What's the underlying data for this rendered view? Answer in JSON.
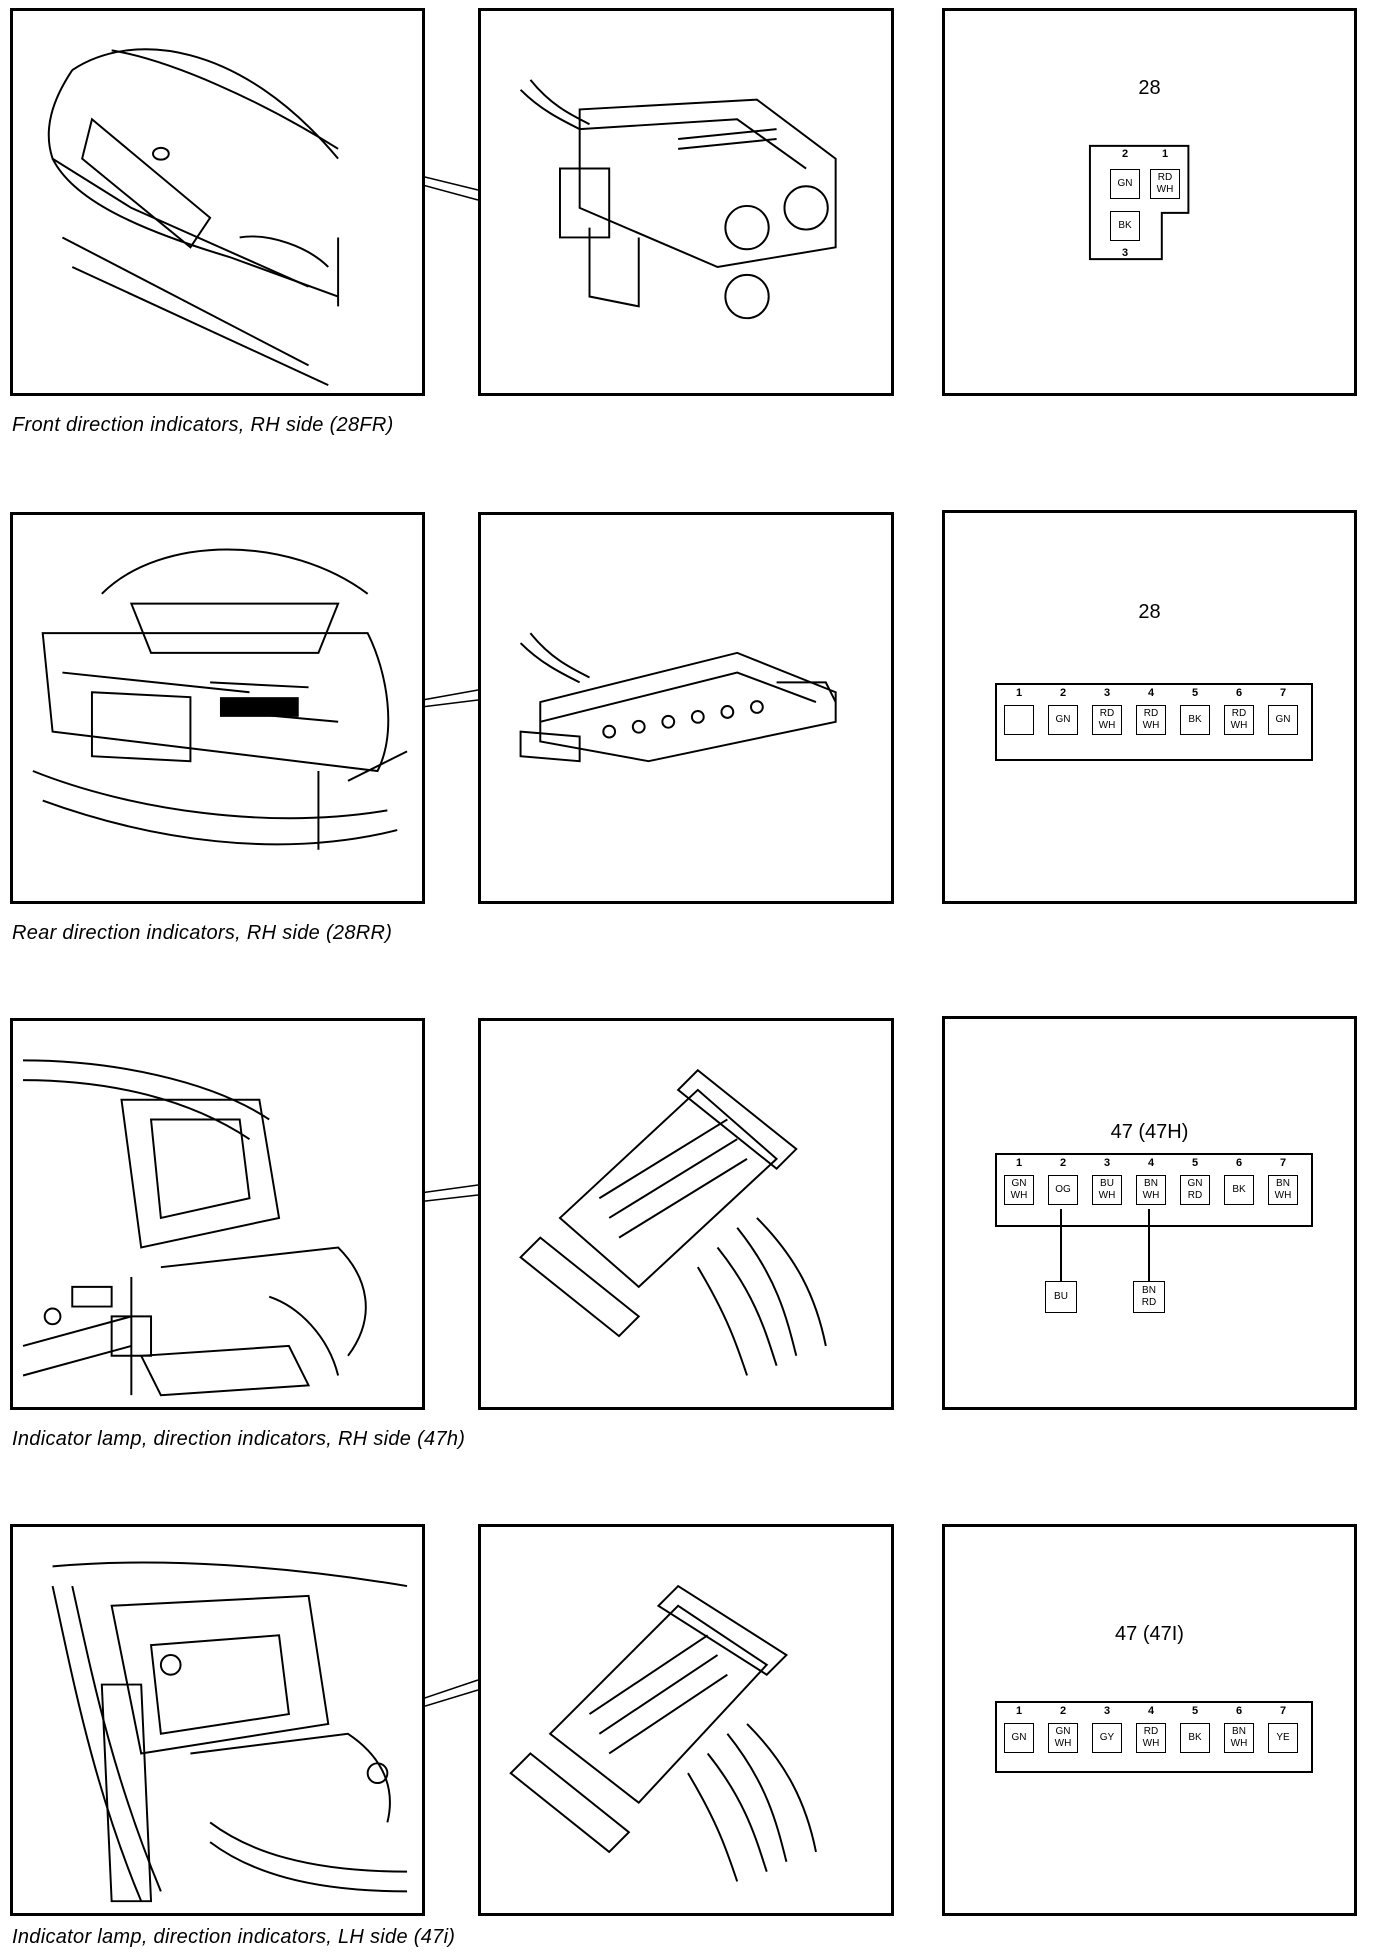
{
  "sections": [
    {
      "caption": "Front direction indicators, RH side (28FR)",
      "connector": {
        "title": "28",
        "pins": [
          {
            "num": "2",
            "label": "GN"
          },
          {
            "num": "1",
            "label": "RD\nWH"
          },
          {
            "num": "3",
            "label": "BK"
          }
        ]
      }
    },
    {
      "caption": "Rear direction indicators, RH side (28RR)",
      "connector": {
        "title": "28",
        "pins": [
          {
            "num": "1",
            "label": ""
          },
          {
            "num": "2",
            "label": "GN"
          },
          {
            "num": "3",
            "label": "RD\nWH"
          },
          {
            "num": "4",
            "label": "RD\nWH"
          },
          {
            "num": "5",
            "label": "BK"
          },
          {
            "num": "6",
            "label": "RD\nWH"
          },
          {
            "num": "7",
            "label": "GN"
          }
        ]
      }
    },
    {
      "caption": "Indicator lamp, direction indicators, RH side (47h)",
      "connector": {
        "title": "47 (47H)",
        "pins": [
          {
            "num": "1",
            "label": "GN\nWH"
          },
          {
            "num": "2",
            "label": "OG"
          },
          {
            "num": "3",
            "label": "BU\nWH"
          },
          {
            "num": "4",
            "label": "BN\nWH"
          },
          {
            "num": "5",
            "label": "GN\nRD"
          },
          {
            "num": "6",
            "label": "BK"
          },
          {
            "num": "7",
            "label": "BN\nWH"
          }
        ],
        "branches": [
          {
            "from_pin": "2",
            "label": "BU"
          },
          {
            "from_pin": "4",
            "label": "BN\nRD"
          }
        ]
      }
    },
    {
      "caption": "Indicator lamp, direction indicators, LH side (47i)",
      "connector": {
        "title": "47 (47I)",
        "pins": [
          {
            "num": "1",
            "label": "GN"
          },
          {
            "num": "2",
            "label": "GN\nWH"
          },
          {
            "num": "3",
            "label": "GY"
          },
          {
            "num": "4",
            "label": "RD\nWH"
          },
          {
            "num": "5",
            "label": "BK"
          },
          {
            "num": "6",
            "label": "BN\nWH"
          },
          {
            "num": "7",
            "label": "YE"
          }
        ]
      }
    }
  ]
}
